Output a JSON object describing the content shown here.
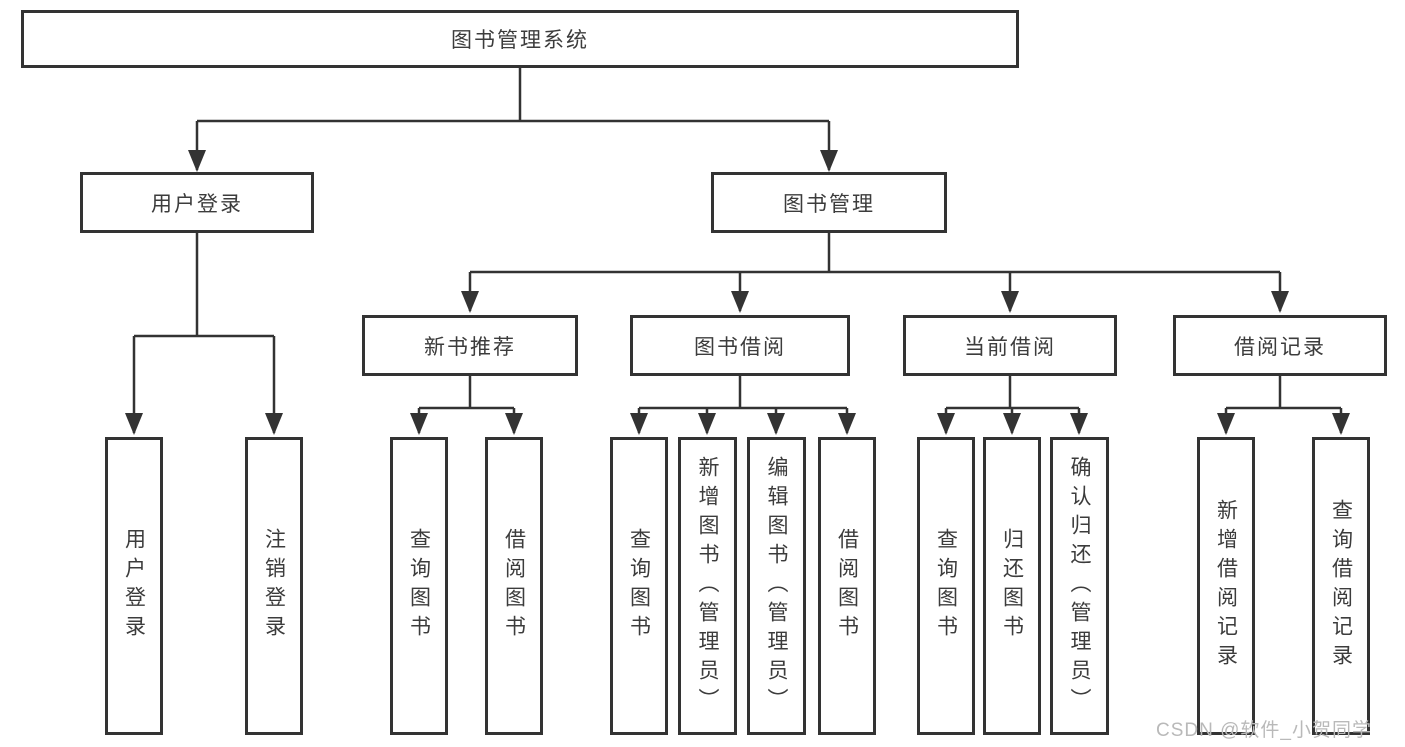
{
  "diagram": {
    "root": {
      "label": "图书管理系统",
      "children": [
        {
          "label": "用户登录",
          "children": [
            {
              "label": "用户登录"
            },
            {
              "label": "注销登录"
            }
          ]
        },
        {
          "label": "图书管理",
          "children": [
            {
              "label": "新书推荐",
              "children": [
                {
                  "label": "查询图书"
                },
                {
                  "label": "借阅图书"
                }
              ]
            },
            {
              "label": "图书借阅",
              "children": [
                {
                  "label": "查询图书"
                },
                {
                  "label": "新增图书（管理员）"
                },
                {
                  "label": "编辑图书（管理员）"
                },
                {
                  "label": "借阅图书"
                }
              ]
            },
            {
              "label": "当前借阅",
              "children": [
                {
                  "label": "查询图书"
                },
                {
                  "label": "归还图书"
                },
                {
                  "label": "确认归还（管理员）"
                }
              ]
            },
            {
              "label": "借阅记录",
              "children": [
                {
                  "label": "新增借阅记录"
                },
                {
                  "label": "查询借阅记录"
                }
              ]
            }
          ]
        }
      ]
    }
  },
  "watermark": {
    "text": "CSDN @软件_小贺同学"
  },
  "colors": {
    "line": "#333333",
    "box_border": "#333333",
    "text": "#3c3c3c",
    "watermark": "#b9b9b9",
    "background": "#ffffff"
  }
}
